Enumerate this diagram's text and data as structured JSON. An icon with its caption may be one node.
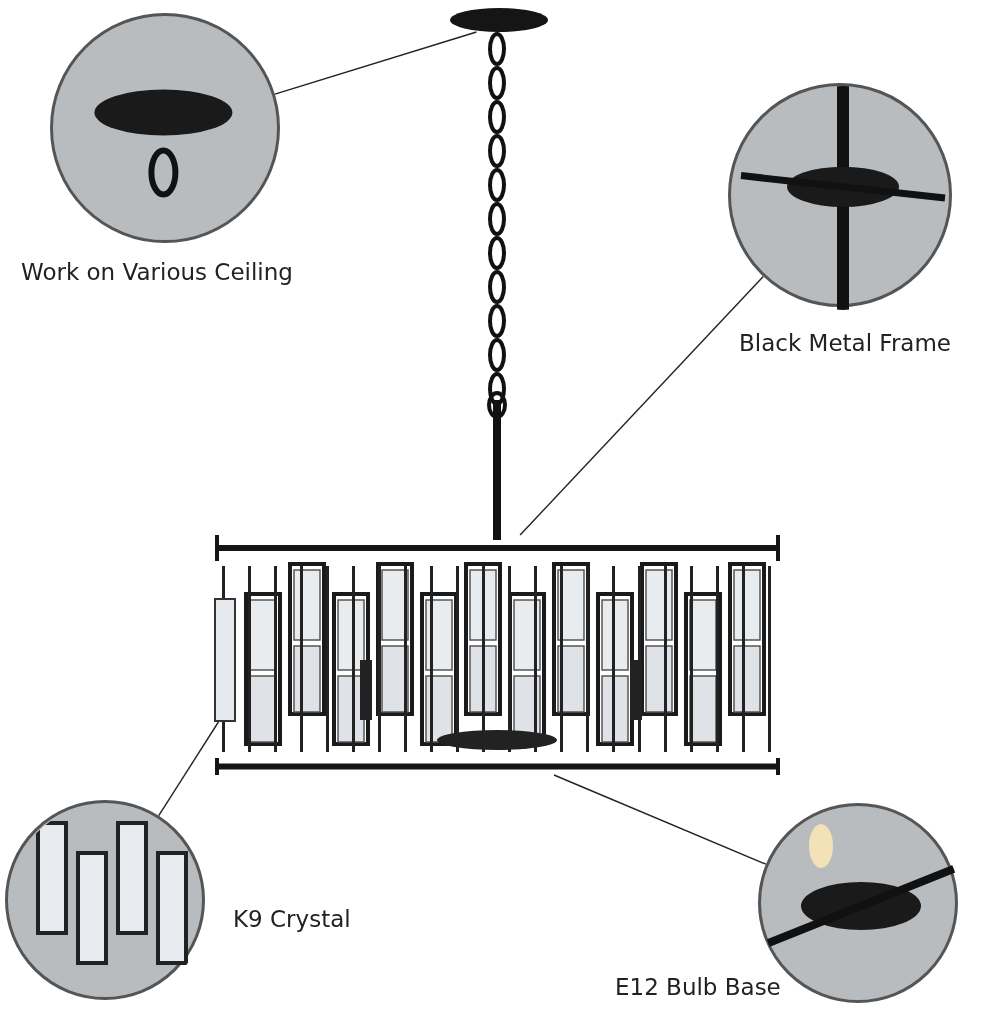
{
  "diagram": {
    "nodes": [
      {
        "text": [],
        "shape": "picture",
        "beside": [
          "Work on Various Ceiling"
        ]
      },
      {
        "text": [],
        "shape": "circle"
      },
      {
        "text": [],
        "shape": "picture",
        "beside": [
          "Black Metal Frame"
        ]
      },
      {
        "text": [],
        "shape": "bar"
      },
      {
        "text": [],
        "shape": "picture",
        "beside": [
          "K9 Crystal"
        ]
      },
      {
        "text": [],
        "shape": "box"
      },
      {
        "text": [],
        "shape": "picture",
        "beside": [
          "E12 Bulb Base"
        ]
      },
      {
        "text": [],
        "shape": "bar"
      }
    ],
    "edges": [
      {
        "from": 0,
        "to": 1,
        "arrow": "none"
      },
      {
        "from": 2,
        "to": 3,
        "arrow": "none"
      },
      {
        "from": 4,
        "to": 5,
        "arrow": "none"
      },
      {
        "from": 6,
        "to": 7,
        "arrow": "none"
      }
    ]
  }
}
